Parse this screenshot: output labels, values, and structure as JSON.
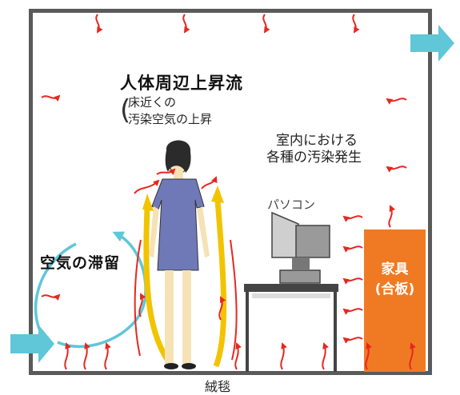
{
  "labels": {
    "body_rising": "人体周辺上昇流",
    "floor_line1": "床近くの",
    "floor_line2": "汚染空気の上昇",
    "room_line1": "室内における",
    "room_line2": "各種の汚染発生",
    "computer": "パソコン",
    "stagnation": "空気の滞留",
    "furniture_line1": "家具",
    "furniture_line2": "(合板)",
    "carpet": "絨毯"
  },
  "colors": {
    "wall": "#5a5a5a",
    "arrow_red": "#e8271f",
    "inflow_cyan": "#5fc7d8",
    "furniture": "#f07a24",
    "rising_yellow": "#f2c400",
    "person_dress": "#6f79b8"
  },
  "icons": {
    "inlet": "arrow-right-icon",
    "outlet": "arrow-right-icon",
    "emission": "wavy-arrow-icon"
  }
}
